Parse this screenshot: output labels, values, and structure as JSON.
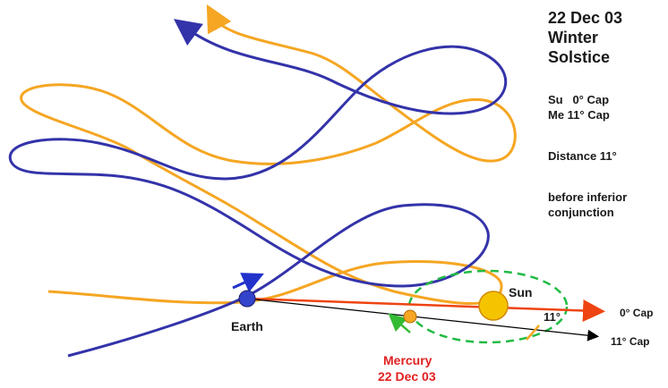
{
  "info": {
    "date": "22 Dec 03",
    "season_line1": "Winter",
    "season_line2": "Solstice",
    "sun_position": "Su   0° Cap",
    "mercury_position": "Me 11° Cap",
    "distance": "Distance 11°",
    "note_line1": "before inferior",
    "note_line2": "conjunction"
  },
  "labels": {
    "earth": "Earth",
    "sun": "Sun",
    "mercury_name": "Mercury",
    "mercury_date": "22 Dec 03",
    "angle": "11°",
    "line_sun": "0° Cap",
    "line_mercury": "11°  Cap"
  },
  "colors": {
    "earth_path": "#3333aa",
    "mercury_path": "#f5a623",
    "sun_fill": "#f5c400",
    "mercury_fill": "#f5a623",
    "earth_fill": "#3344cc",
    "sun_line": "#ee4411",
    "mercury_line": "#000000",
    "orbit_dash": "#22bb44",
    "label_red": "#e02020"
  }
}
